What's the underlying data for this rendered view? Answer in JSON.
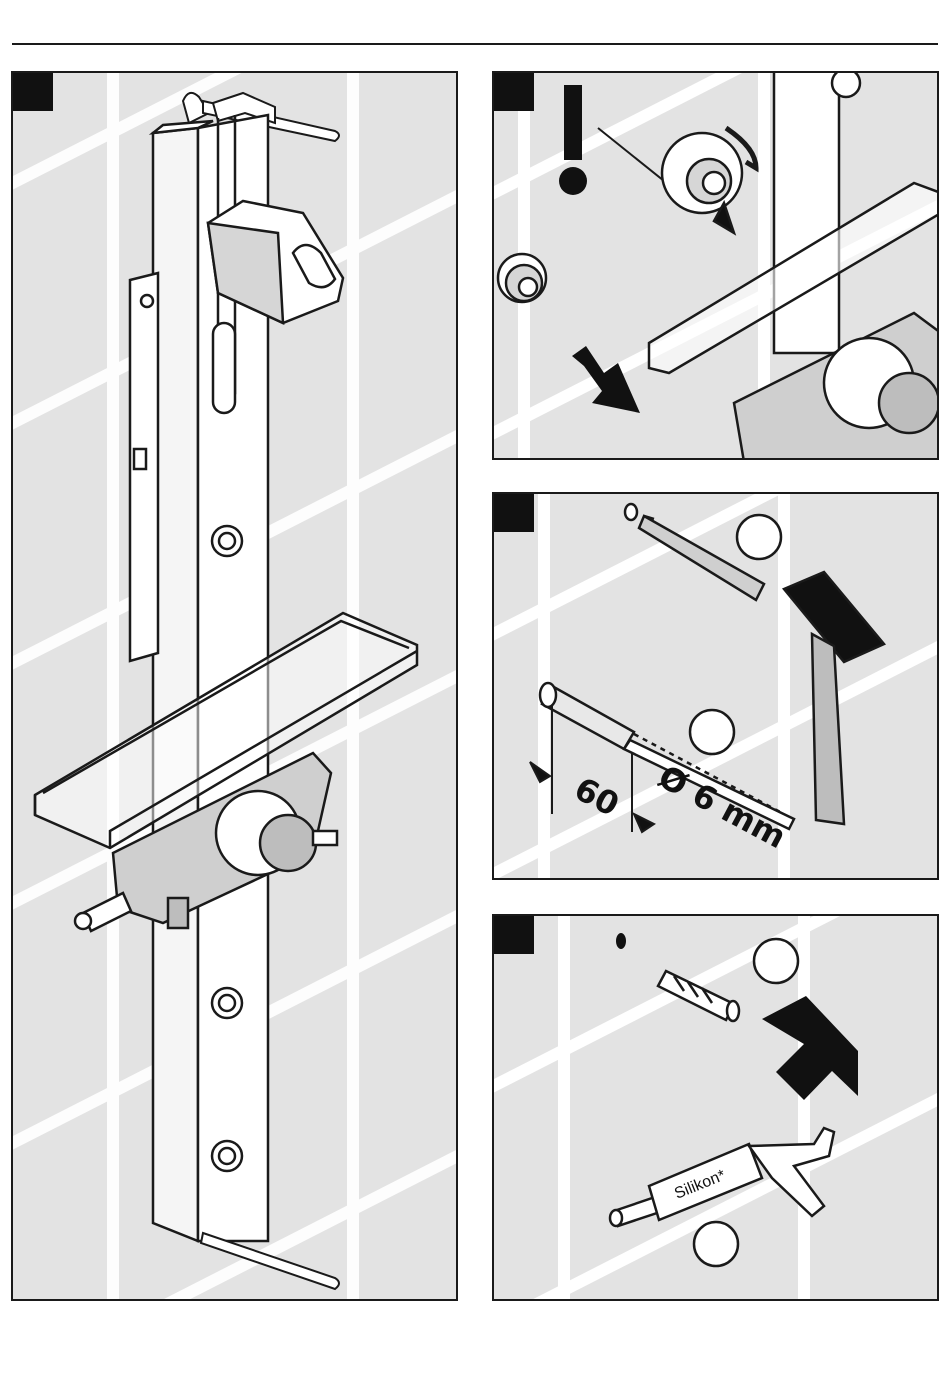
{
  "page": {
    "colors": {
      "tile": "#e3e3e3",
      "grout": "#ffffff",
      "ink": "#1a1a1a",
      "badge": "#111111"
    }
  },
  "panels": [
    {
      "id": "step-1",
      "content": "shower-panel-frame-mounted"
    },
    {
      "id": "step-2",
      "content": "eccentric-fittings-and-frame",
      "icons": [
        "exclamation-icon",
        "arrow-icon"
      ]
    },
    {
      "id": "step-3",
      "content": "drill-and-hammer",
      "dimensions": {
        "depth": "60",
        "diameter": "Ø 6 mm"
      },
      "icons": [
        "hammer-icon",
        "drill-bit-icon",
        "pen-icon"
      ]
    },
    {
      "id": "step-4",
      "content": "wall-plug-and-silicone",
      "tube_label": "Silikon*",
      "icons": [
        "wall-plug-icon",
        "arrow-icon",
        "caulking-gun-icon"
      ]
    }
  ]
}
